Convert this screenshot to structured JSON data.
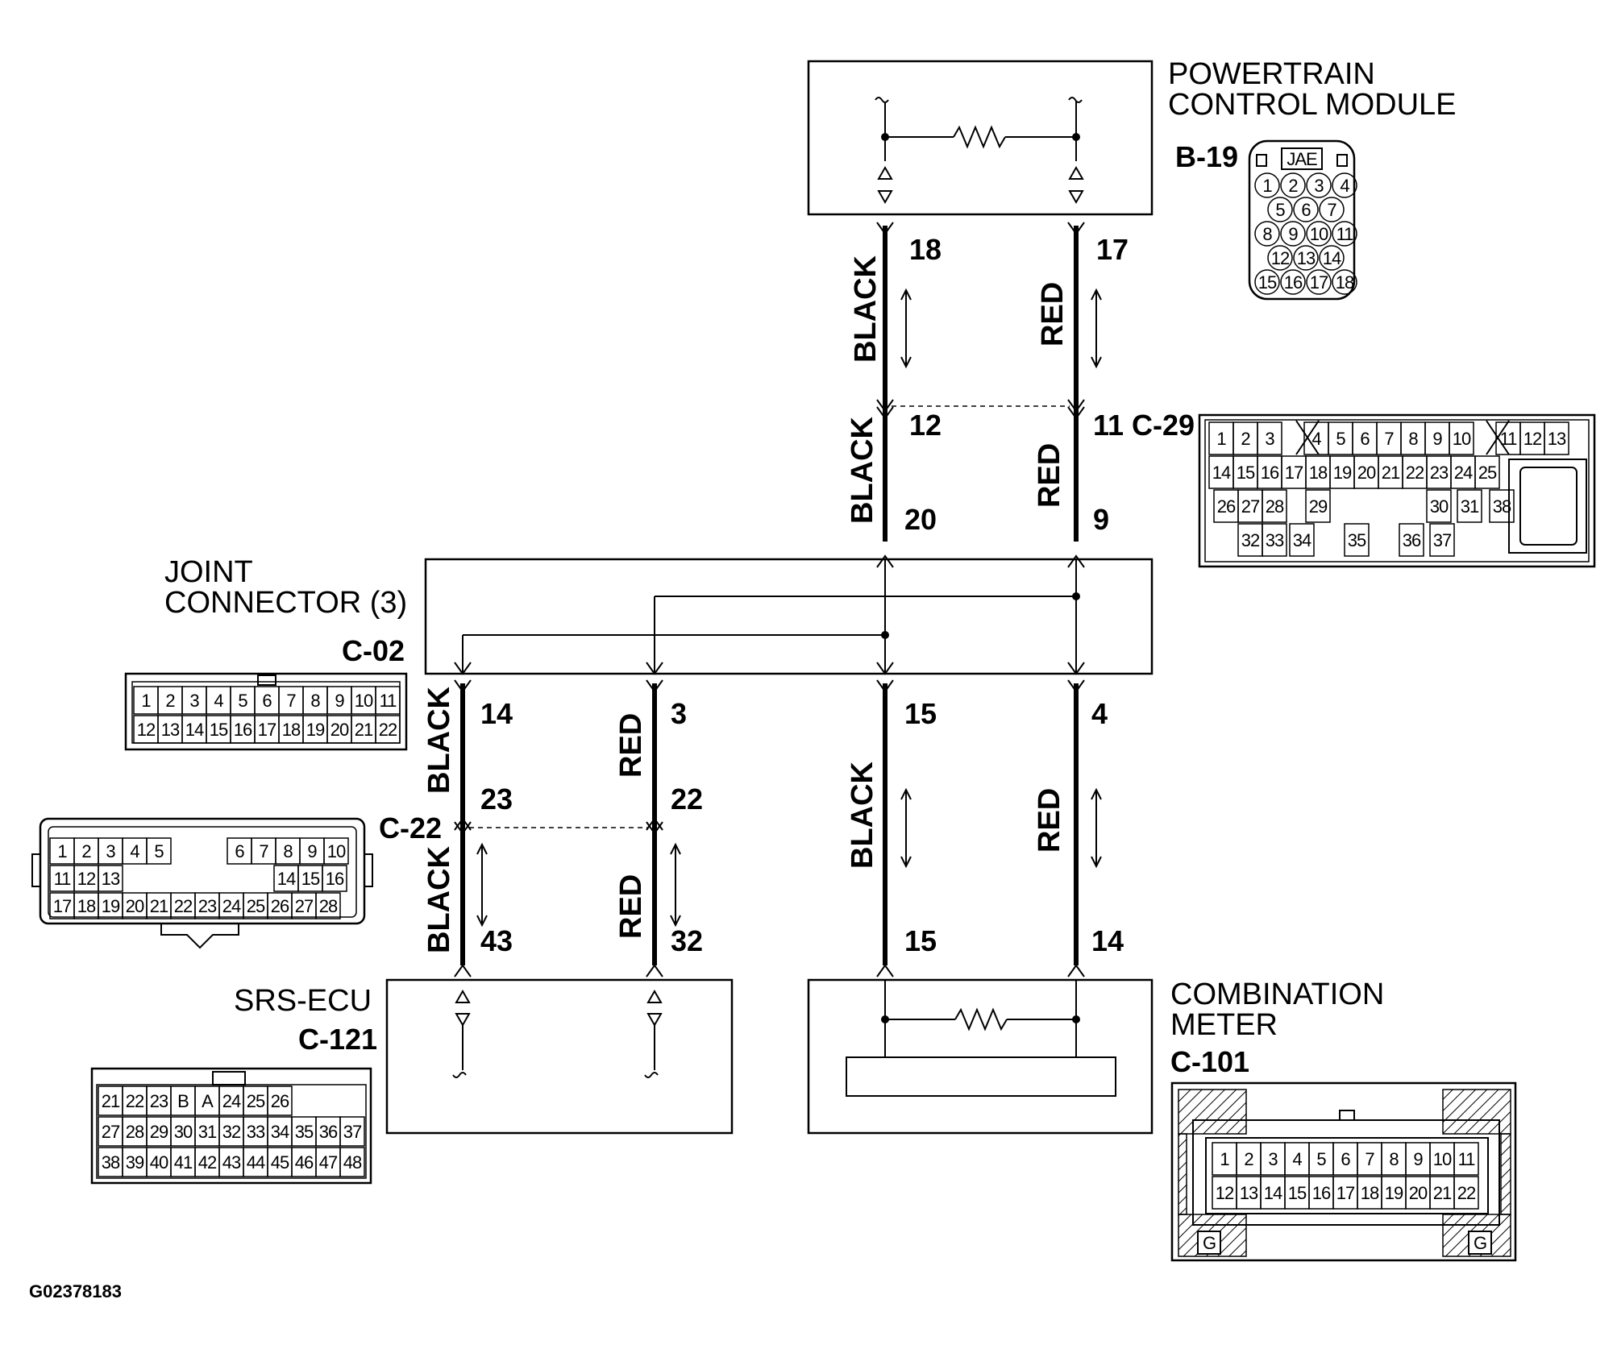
{
  "components": {
    "pcm": {
      "name_line1": "POWERTRAIN",
      "name_line2": "CONTROL MODULE",
      "connector": "B-19"
    },
    "joint": {
      "name_line1": "JOINT",
      "name_line2": "CONNECTOR (3)",
      "connector": "C-02"
    },
    "srs": {
      "name": "SRS-ECU",
      "connector": "C-121"
    },
    "meter": {
      "name_line1": "COMBINATION",
      "name_line2": "METER",
      "connector": "C-101"
    },
    "relay": {
      "connector_c29": "C-29",
      "connector_c22": "C-22"
    }
  },
  "wires": {
    "w1": {
      "color_top": "BLACK",
      "color_mid": "BLACK",
      "pin_pcm": "18",
      "pin_c29a": "12",
      "pin_c29b": "20"
    },
    "w2": {
      "color_top": "RED",
      "color_mid": "RED",
      "pin_pcm": "17",
      "pin_c29a": "11",
      "pin_c29b": "9"
    },
    "w3": {
      "color_top": "BLACK",
      "color_bot": "BLACK",
      "pin_joint": "14",
      "pin_c22a": "23",
      "pin_srs": "43"
    },
    "w4": {
      "color_top": "RED",
      "color_bot": "RED",
      "pin_joint": "3",
      "pin_c22a": "22",
      "pin_srs": "32"
    },
    "w5": {
      "color": "BLACK",
      "pin_joint": "15",
      "pin_meter": "15"
    },
    "w6": {
      "color": "RED",
      "pin_joint": "4",
      "pin_meter": "14"
    }
  },
  "connector_faces": {
    "b19": {
      "tag": "JAE",
      "rows": [
        [
          "1",
          "2",
          "3",
          "4"
        ],
        [
          "5",
          "6",
          "7"
        ],
        [
          "8",
          "9",
          "10",
          "11"
        ],
        [
          "12",
          "13",
          "14"
        ],
        [
          "15",
          "16",
          "17",
          "18"
        ]
      ]
    },
    "c29": {
      "row1": [
        "1",
        "2",
        "3",
        "4",
        "5",
        "6",
        "7",
        "8",
        "9",
        "10",
        "11",
        "12",
        "13"
      ],
      "row2": [
        "14",
        "15",
        "16",
        "17",
        "18",
        "19",
        "20",
        "21",
        "22",
        "23",
        "24",
        "25"
      ],
      "row3": [
        "26",
        "27",
        "28",
        "29",
        "30",
        "31",
        "38"
      ],
      "row4": [
        "32",
        "33",
        "34",
        "35",
        "36",
        "37"
      ]
    },
    "c02": {
      "row1": [
        "1",
        "2",
        "3",
        "4",
        "5",
        "6",
        "7",
        "8",
        "9",
        "10",
        "11"
      ],
      "row2": [
        "12",
        "13",
        "14",
        "15",
        "16",
        "17",
        "18",
        "19",
        "20",
        "21",
        "22"
      ]
    },
    "c22": {
      "row1": [
        "1",
        "2",
        "3",
        "4",
        "5",
        "6",
        "7",
        "8",
        "9",
        "10"
      ],
      "row2": [
        "11",
        "12",
        "13",
        "14",
        "15",
        "16"
      ],
      "row3": [
        "17",
        "18",
        "19",
        "20",
        "21",
        "22",
        "23",
        "24",
        "25",
        "26",
        "27",
        "28"
      ]
    },
    "c121": {
      "row1": [
        "21",
        "22",
        "23",
        "B",
        "A",
        "24",
        "25",
        "26"
      ],
      "row2": [
        "27",
        "28",
        "29",
        "30",
        "31",
        "32",
        "33",
        "34",
        "35",
        "36",
        "37"
      ],
      "row3": [
        "38",
        "39",
        "40",
        "41",
        "42",
        "43",
        "44",
        "45",
        "46",
        "47",
        "48"
      ]
    },
    "c101": {
      "row1": [
        "1",
        "2",
        "3",
        "4",
        "5",
        "6",
        "7",
        "8",
        "9",
        "10",
        "11"
      ],
      "row2": [
        "12",
        "13",
        "14",
        "15",
        "16",
        "17",
        "18",
        "19",
        "20",
        "21",
        "22"
      ],
      "ground": "G"
    }
  },
  "figure_id": "G02378183"
}
